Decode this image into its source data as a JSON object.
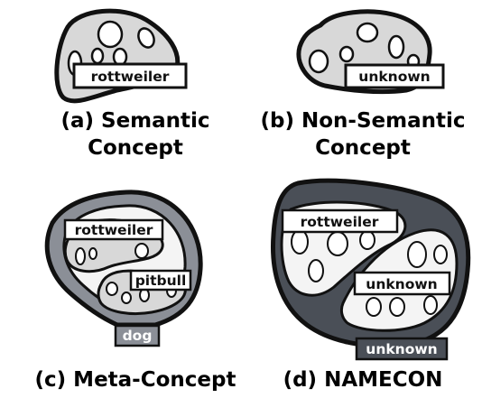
{
  "panels": {
    "a": {
      "caption_line1": "(a) Semantic",
      "caption_line2": "Concept",
      "label": "rottweiler"
    },
    "b": {
      "caption_line1": "(b) Non-Semantic",
      "caption_line2": "Concept",
      "label": "unknown"
    },
    "c": {
      "caption": "(c) Meta-Concept",
      "outer_label": "dog",
      "inner_labels": [
        "rottweiler",
        "pitbull"
      ]
    },
    "d": {
      "caption": "(d) NAMECON",
      "outer_label": "unknown",
      "inner_labels": [
        "rottweiler",
        "unknown"
      ]
    }
  },
  "colors": {
    "light_fill": "#d8d8d8",
    "meta_ring": "#8b8f97",
    "namecon_ring": "#4a4f57",
    "outline": "#111111",
    "inner_fill": "#f4f4f4",
    "dog_tag": "#8b8f97",
    "namecon_tag": "#4a4f57"
  }
}
